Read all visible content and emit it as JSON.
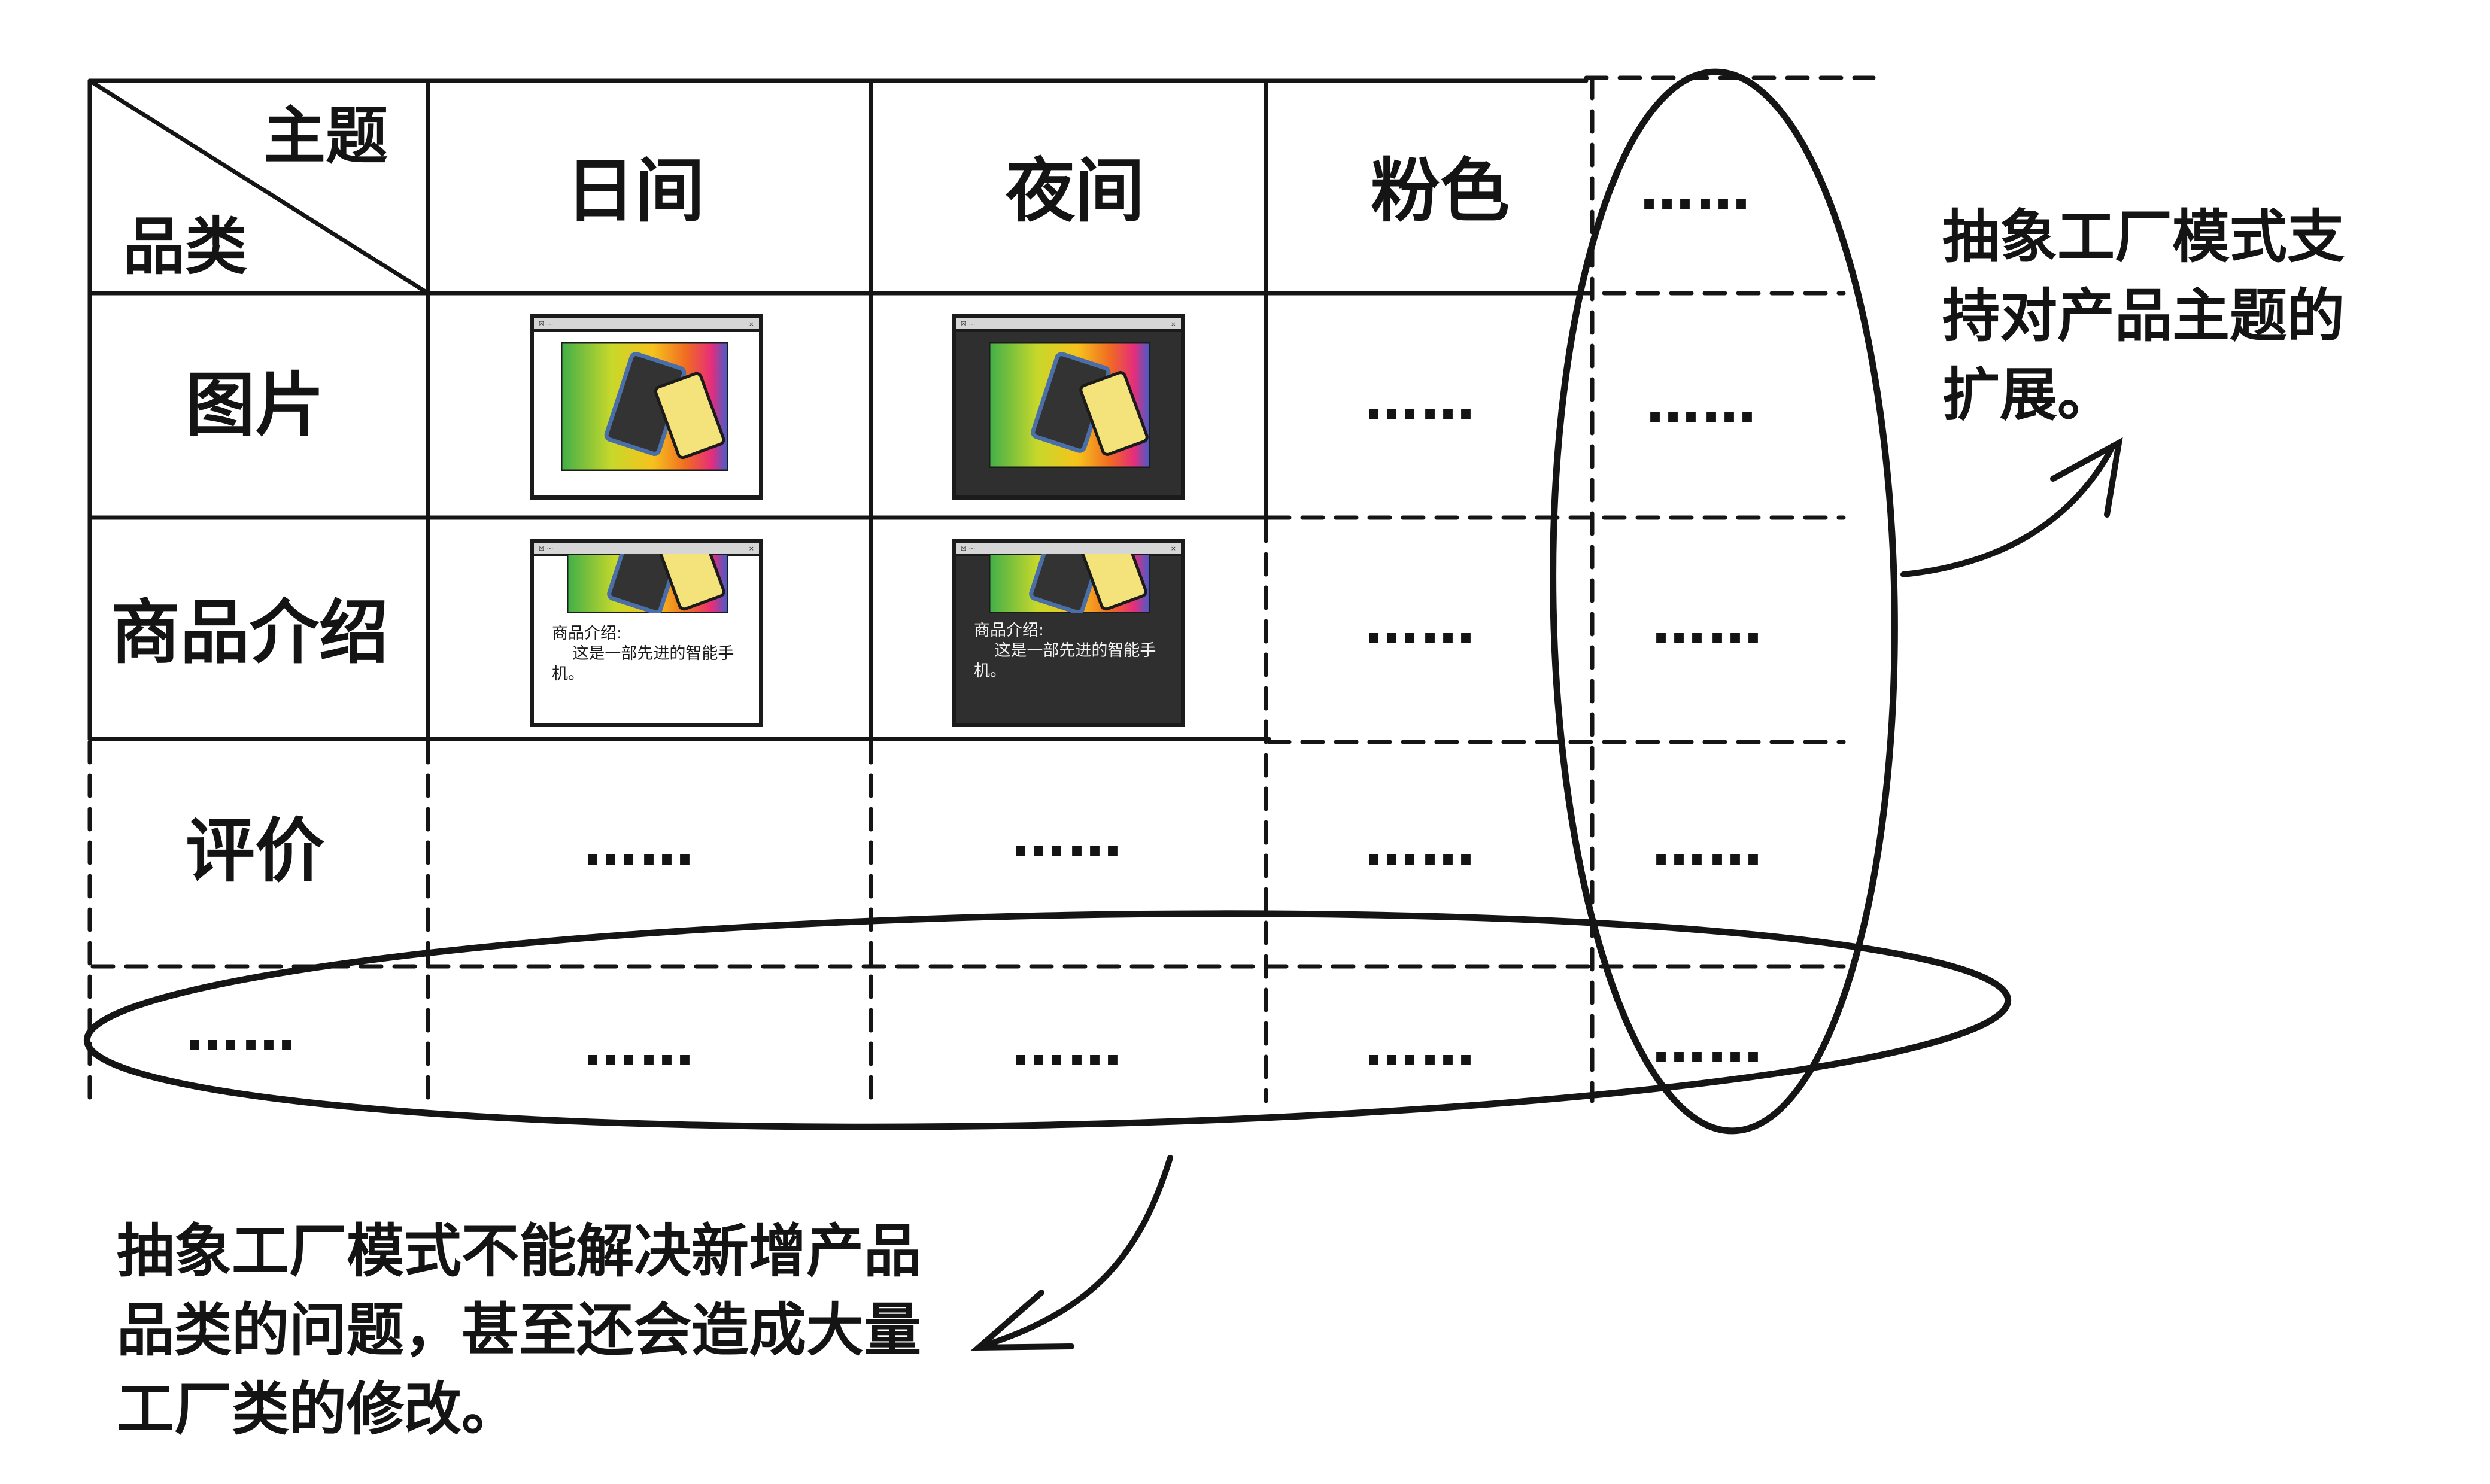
{
  "table": {
    "corner_top": "主题",
    "corner_bottom": "品类",
    "column_headers": [
      "日间",
      "夜间",
      "粉色",
      "……"
    ],
    "row_labels": [
      "图片",
      "商品介绍",
      "评价",
      "……"
    ],
    "cells": {
      "image_pink": "……",
      "image_more": "……",
      "intro_pink": "……",
      "intro_more": "……",
      "review_day": "……",
      "review_night": "……",
      "review_pink": "……",
      "review_more": "……",
      "more_day": "……",
      "more_night": "……",
      "more_pink": "……",
      "more_more": "……"
    },
    "mini_window": {
      "title_controls": "☒ ⋯",
      "close_glyph": "×",
      "intro_caption": "商品介绍:\n    这是一部先进的智能手机。"
    }
  },
  "annotations": {
    "right_note": "抽象工厂模式支持对产品主题的扩展。",
    "bottom_note": "抽象工厂模式不能解决新增产品品类的问题，甚至还会造成大量工厂类的修改。"
  },
  "colors": {
    "ink": "#141414",
    "day_window_bg": "#ffffff",
    "night_window_bg": "#2f2f2f",
    "phone_blue": "#4a6fa8",
    "phone_yellow": "#f4e27a"
  }
}
